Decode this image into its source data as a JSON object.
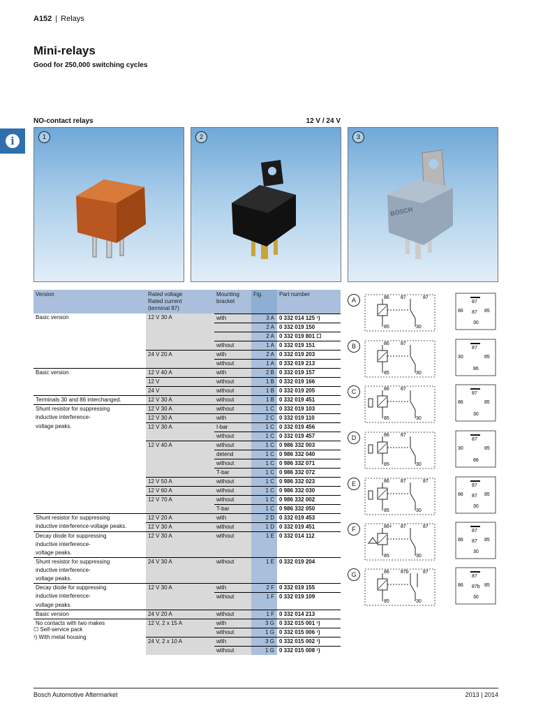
{
  "header": {
    "code": "A152",
    "sep": "|",
    "section": "Relays"
  },
  "title": "Mini-relays",
  "subtitle": "Good for 250,000 switching cycles",
  "section_left": "NO-contact relays",
  "section_right": "12 V / 24 V",
  "info_icon": "i",
  "photos": [
    {
      "num": "1",
      "color": "#c4612b"
    },
    {
      "num": "2",
      "color": "#161616"
    },
    {
      "num": "3",
      "color": "#9eacbe",
      "brand": "BOSCH"
    }
  ],
  "table": {
    "headers": {
      "version": "Version",
      "rating": [
        "Rated voltage",
        "Rated current",
        "(terminal 87)"
      ],
      "bracket": [
        "Mounting",
        "bracket"
      ],
      "fig": "Fig.",
      "part": "Part number"
    },
    "rows": [
      {
        "v": "Basic version",
        "r": "12 V 30 A",
        "m": "with",
        "f": "3 A",
        "p": "0 332 014 125 ¹)",
        "b": 1
      },
      {
        "v": "",
        "r": "",
        "m": "",
        "f": "2 A",
        "p": "0 332 019 150",
        "b": 1
      },
      {
        "v": "",
        "r": "",
        "m": "",
        "f": "2 A",
        "p": "0 332 019 801 ☐",
        "b": 1
      },
      {
        "v": "",
        "r": "",
        "m": "without",
        "f": "1 A",
        "p": "0 332 019 151",
        "b": 1
      },
      {
        "v": "",
        "r": "24 V 20 A",
        "m": "with",
        "f": "2 A",
        "p": "0 332 019 203",
        "b": 2
      },
      {
        "v": "",
        "r": "",
        "m": "without",
        "f": "1 A",
        "p": "0 332 019 213",
        "b": 1
      },
      {
        "v": "Basic version",
        "r": "12 V 40 A",
        "m": "with",
        "f": "2 B",
        "p": "0 332 019 157",
        "b": 3
      },
      {
        "v": "",
        "r": "12 V",
        "m": "without",
        "f": "1 B",
        "p": "0 332 019 166",
        "b": 2
      },
      {
        "v": "",
        "r": "24 V",
        "m": "without",
        "f": "1 B",
        "p": "0 332 019 205",
        "b": 2
      },
      {
        "v": "Terminals 30 and 86 interchanged.",
        "r": "12 V 30 A",
        "m": "without",
        "f": "1 B",
        "p": "0 332 019 451",
        "b": 3
      },
      {
        "v": "Shunt resistor for suppressing",
        "r": "12 V 30 A",
        "m": "without",
        "f": "1 C",
        "p": "0 332 019 103",
        "b": 3
      },
      {
        "v": "inductive interference-",
        "r": "12 V 30 A",
        "m": "with",
        "f": "2 C",
        "p": "0 332 019 110",
        "b": 2
      },
      {
        "v": "voltage peaks.",
        "r": "12 V 30 A",
        "m": "I-bar",
        "f": "1 C",
        "p": "0 332 019 456",
        "b": 2
      },
      {
        "v": "",
        "r": "",
        "m": "without",
        "f": "1 C",
        "p": "0 332 019 457",
        "b": 1
      },
      {
        "v": "",
        "r": "12 V 40 A",
        "m": "without",
        "f": "1 C",
        "p": "0 986 332 003",
        "b": 2
      },
      {
        "v": "",
        "r": "",
        "m": "detend",
        "f": "1 C",
        "p": "0 986 332 040",
        "b": 1
      },
      {
        "v": "",
        "r": "",
        "m": "without",
        "f": "1 C",
        "p": "0 986 332 071",
        "b": 1
      },
      {
        "v": "",
        "r": "",
        "m": "T-bar",
        "f": "1 C",
        "p": "0 986 332 072",
        "b": 1
      },
      {
        "v": "",
        "r": "12 V 50 A",
        "m": "without",
        "f": "1 C",
        "p": "0 986 332 023",
        "b": 2
      },
      {
        "v": "",
        "r": "12 V 60 A",
        "m": "without",
        "f": "1 C",
        "p": "0 986 332 030",
        "b": 2
      },
      {
        "v": "",
        "r": "12 V 70 A",
        "m": "without",
        "f": "1 C",
        "p": "0 986 332 002",
        "b": 2
      },
      {
        "v": "",
        "r": "",
        "m": "T-bar",
        "f": "1 C",
        "p": "0 986 332 050",
        "b": 1
      },
      {
        "v": "Shunt resistor for suppressing",
        "r": "12 V 20 A",
        "m": "with",
        "f": "2 D",
        "p": "0 332 019 453",
        "b": 3
      },
      {
        "v": "inductive interference-voltage peaks.",
        "r": "12 V 30 A",
        "m": "without",
        "f": "1 D",
        "p": "0 332 019 451",
        "b": 2
      },
      {
        "v": "Decay diode for suppressing",
        "r": "12 V 30 A",
        "m": "without",
        "f": "1 E",
        "p": "0 332 014 112",
        "b": 3
      },
      {
        "v": "inductive interference-",
        "r": "",
        "m": "",
        "f": "",
        "p": "",
        "b": 0
      },
      {
        "v": "voltage peaks.",
        "r": "",
        "m": "",
        "f": "",
        "p": "",
        "b": 0
      },
      {
        "v": "Shunt resistor for suppressing",
        "r": "24 V 30 A",
        "m": "without",
        "f": "1 E",
        "p": "0 332 019 204",
        "b": 3
      },
      {
        "v": "inductive interference-",
        "r": "",
        "m": "",
        "f": "",
        "p": "",
        "b": 0
      },
      {
        "v": "voltage peaks.",
        "r": "",
        "m": "",
        "f": "",
        "p": "",
        "b": 0
      },
      {
        "v": "Decay diode for suppressing",
        "r": "12 V 30 A",
        "m": "with",
        "f": "2 F",
        "p": "0 332 019 155",
        "b": 3
      },
      {
        "v": "inductive interference-",
        "r": "",
        "m": "without",
        "f": "1 F",
        "p": "0 332 019 109",
        "b": 1
      },
      {
        "v": "voltage peaks.",
        "r": "",
        "m": "",
        "f": "",
        "p": "",
        "b": 0
      },
      {
        "v": "Basic version",
        "r": "24 V 20 A",
        "m": "without",
        "f": "1 F",
        "p": "0 332 014 213",
        "b": 3
      },
      {
        "v": "No contacts with two makes",
        "r": "12 V, 2 x 15 A",
        "m": "with",
        "f": "3 G",
        "p": "0 332 015 001 ¹)",
        "b": 3
      },
      {
        "v": "",
        "r": "",
        "m": "without",
        "f": "1 G",
        "p": "0 332 015 006 ¹)",
        "b": 1
      },
      {
        "v": "",
        "r": "24 V, 2 x 10 A",
        "m": "with",
        "f": "3 G",
        "p": "0 332 015 002 ¹)",
        "b": 2
      },
      {
        "v": "",
        "r": "",
        "m": "without",
        "f": "1 G",
        "p": "0 332 015 008 ¹)",
        "b": 1
      }
    ]
  },
  "notes": [
    "☐ Self-service pack",
    "¹) With metal housing"
  ],
  "diagrams": [
    {
      "label": "A",
      "t86": "86",
      "t87": "87",
      "t87b": "87",
      "t85": "85",
      "t30": "30",
      "pin": {
        "top": "87",
        "r1l": "86",
        "r1m": "87",
        "r1r": "85",
        "bot": "30"
      }
    },
    {
      "label": "B",
      "t86": "86",
      "t87": "87",
      "t85": "85",
      "t30": "30",
      "pin": {
        "top": "87",
        "r1l": "30",
        "r1r": "85",
        "bot": "86"
      }
    },
    {
      "label": "C",
      "t86": "86",
      "t87": "87",
      "t85": "85",
      "t30": "30",
      "pin": {
        "top": "87",
        "r1l": "86",
        "r1r": "85",
        "bot": "30"
      }
    },
    {
      "label": "D",
      "t86": "86",
      "t87": "87",
      "t85": "85",
      "t30": "30",
      "pin": {
        "top": "87",
        "r1l": "30",
        "r1r": "85",
        "bot": "86"
      }
    },
    {
      "label": "E",
      "t86": "86",
      "t87": "87",
      "t87b": "87",
      "t85": "85",
      "t30": "30",
      "pin": {
        "top": "87",
        "r1l": "86",
        "r1m": "87",
        "r1r": "85",
        "bot": "30"
      }
    },
    {
      "label": "F",
      "t86": "86+",
      "t87": "87",
      "t87b": "87",
      "t85": "85",
      "t30": "30",
      "pin": {
        "top": "87",
        "r1l": "86",
        "r1m": "87",
        "r1r": "85",
        "bot": "30"
      }
    },
    {
      "label": "G",
      "t86": "86",
      "t87": "87b",
      "t87b": "87",
      "t85": "85",
      "t30": "30",
      "pin": {
        "top": "87",
        "r1l": "86",
        "r1m": "87b",
        "r1r": "85",
        "bot": "30"
      }
    }
  ],
  "footer": {
    "left": "Bosch Automotive Aftermarket",
    "right": "2013 | 2014"
  }
}
